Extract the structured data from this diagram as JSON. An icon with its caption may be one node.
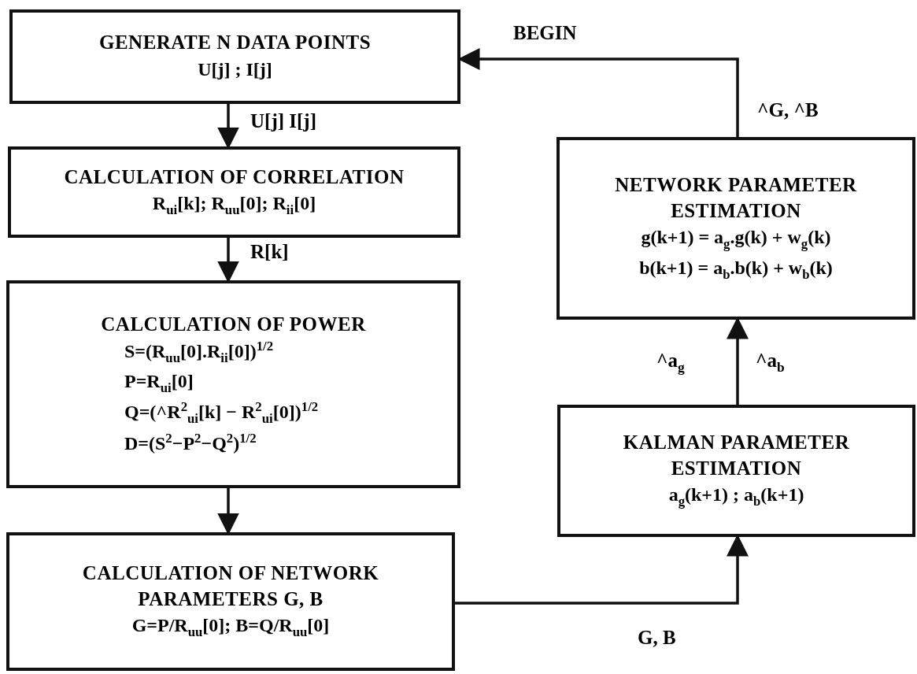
{
  "diagram": {
    "nodes": [
      {
        "text": [
          "GENERATE N DATA POINTS",
          "U[j] ; I[j]"
        ]
      },
      {
        "text": [
          "CALCULATION OF CORRELATION",
          "R$_{ui}$[k]; R$_{uu}$[0]; R$_{ii}$[0]"
        ]
      },
      {
        "text": [
          "CALCULATION OF POWER",
          "S=(R$_{uu}$[0].R$_{ii}$[0])$^{1/2}$",
          "P=R$_{ui}$[0]",
          "Q=(^R$^{2}$$_{ui}$[k] − R$^{2}$$_{ui}$[0])$^{1/2}$",
          "D=(S$^{2}$−P$^{2}$−Q$^{2}$)$^{1/2}$"
        ]
      },
      {
        "text": [
          "CALCULATION OF NETWORK PARAMETERS G, B",
          "G=P/R$_{uu}$[0]; B=Q/R$_{uu}$[0]"
        ]
      },
      {
        "text": [
          "KALMAN PARAMETER ESTIMATION",
          "a$_{g}$(k+1) ; a$_{b}$(k+1)"
        ]
      },
      {
        "text": [
          "NETWORK PARAMETER ESTIMATION",
          "g(k+1) = a$_{g}$.g(k) + w$_{g}$(k)",
          "b(k+1) = a$_{b}$.b(k) + w$_{b}$(k)"
        ]
      }
    ],
    "edges": [
      {
        "from": 0,
        "to": 1,
        "arrow": "to",
        "label": "U[j] I[j]"
      },
      {
        "from": 1,
        "to": 2,
        "arrow": "to",
        "label": "R[k]"
      },
      {
        "from": 2,
        "to": 3,
        "arrow": "to"
      },
      {
        "from": 3,
        "to": 4,
        "arrow": "to",
        "label": "G, B"
      },
      {
        "from": 4,
        "to": 5,
        "arrow": "to",
        "label": "^a$_{g}$"
      },
      {
        "from": 5,
        "to": 0,
        "arrow": "to",
        "label": "^G, ^B"
      }
    ],
    "labels": [
      "^a$_{b}$",
      "BEGIN"
    ]
  }
}
